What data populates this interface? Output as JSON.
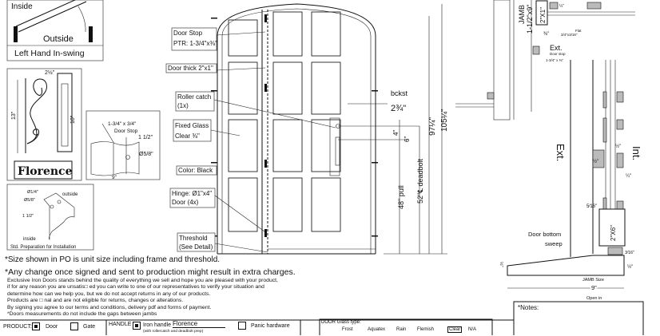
{
  "swing": {
    "inside": "Inside",
    "outside": "Outside",
    "label": "Left Hand In-swing"
  },
  "handle": {
    "height": "13\"",
    "width": "2½\"",
    "inner": "10\"",
    "name": "Florence"
  },
  "stop_detail": {
    "stop": "1-3/4\" x 3/4\"",
    "stop2": "Door Stop",
    "offset": "1 1/2\"",
    "hole": "Ø5/8\"",
    "width": "9\""
  },
  "prep": {
    "d1": "Ø1/4\"",
    "d2": "Ø5/8\"",
    "offset": "1 1/2\"",
    "outside": "outside",
    "inside": "inside",
    "caption": "Std. Preparation for Installation"
  },
  "callouts": {
    "door_stop": "Door Stop",
    "door_stop_ptr": "PTR: 1-3/4\"x⅜\"",
    "door_thick": "Door thick 2\"x1\"",
    "roller": "Roller catch",
    "roller_qty": "(1x)",
    "fixed_glass": "Fixed Glass",
    "fixed_glass_type": "Clear ⅜\"",
    "color": "Color: Black",
    "hinge": "Hinge: Ø1\"x4\"",
    "hinge_qty": "Door (4x)",
    "threshold": "Threshold",
    "threshold_note": "(See Detail)"
  },
  "dimensions": {
    "bckst": "bckst",
    "backset": "2¾\"",
    "d4": "4\"",
    "d6": "6\"",
    "pull": "48\" pull",
    "deadbolt": "52\"℄ deadbolt",
    "h1": "97¼\"",
    "h2": "105¼\""
  },
  "section": {
    "jamb": "JAMB",
    "jamb_size": "1-1/2\"x9\"",
    "tube_top": "2\"X1\"",
    "quarter": "¼\"",
    "three_eighths": "⅜\"",
    "flat": "Flat",
    "flat_size": "3/4\"x3/16\"",
    "ext": "Ext.",
    "door_stop": "Door stop",
    "door_stop_size": "1-3/4\" x ⅜\"",
    "ext_big": "Ext.",
    "int_big": "Int.",
    "half1": "½\"",
    "half2": "½\"",
    "quarter2": "¼\"",
    "five_sixteenths": "5⁄16\"",
    "tube_bottom": "2\"X6\"",
    "sweep1": "Door bottom",
    "sweep2": "sweep",
    "three_sixteenths": "3⁄16\"",
    "half3": "½\"",
    "rise": "½\"",
    "jamb_size_label": "JAMB Size",
    "nine": "9\"",
    "open_in": "Open in"
  },
  "notes_text": {
    "size": "*Size shown in PO is unit size including frame and threshold.",
    "change": "*Any change once signed and sent to production might result in extra charges.",
    "lines": [
      "Exclusive Iron Doors stands behind the quality of everything we sell and hope you are pleased with your product,",
      "if for any reason you are unsatis□ ed you can write to one of our representatives to verify your situation and",
      "determine how can we help you, but we do not accept returns in any of our products.",
      "Products are □ nal and are not eligible for returns, changes or alterations.",
      "By signing you agree to our terms and conditions, delivery pdf and forms of payment.",
      "*Doors measurements do not include the gaps between jambs"
    ]
  },
  "form": {
    "product_label": "PRODUCT:",
    "product_door": "Door",
    "product_door_checked": true,
    "product_gate": "Gate",
    "product_gate_checked": false,
    "handle_label": "HANDLE",
    "iron_handle": "Iron handle",
    "iron_handle_value": "Florence",
    "iron_handle_note": "(with rollercatch and deadbolt prep)",
    "iron_handle_checked": true,
    "panic": "Panic hardware",
    "panic_checked": false,
    "glass_label": "DOOR Glass type:",
    "glass_options": [
      "Frost",
      "Aquatex",
      "Rain",
      "Flemish",
      "Clear",
      "N/A"
    ],
    "glass_selected": "Clear",
    "notes_label": "*Notes:"
  }
}
